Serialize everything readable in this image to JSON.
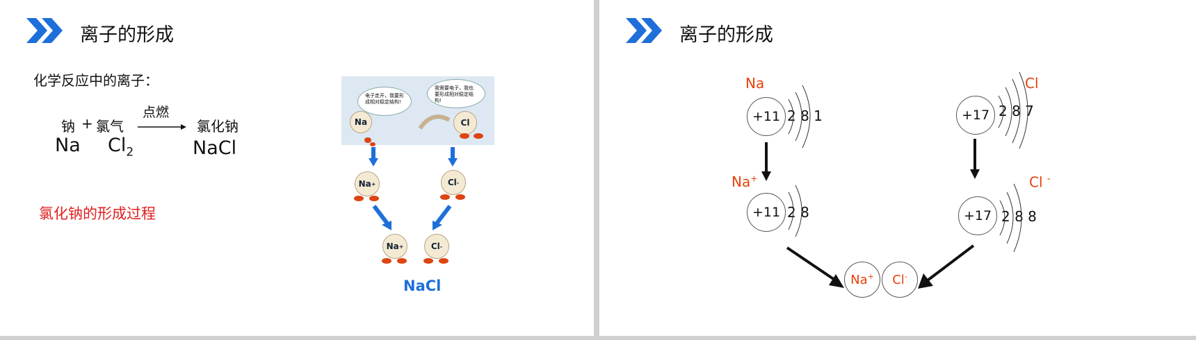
{
  "left_slide": {
    "title": "离子的形成",
    "subtitle": "化学反应中的离子：",
    "equation": {
      "reactant1_cn": "钠",
      "plus": "+",
      "reactant2_cn": "氯气",
      "condition": "点燃",
      "product_cn": "氯化钠",
      "reactant1": "Na",
      "reactant2": "Cl",
      "reactant2_sub": "2",
      "product": "NaCl"
    },
    "caption": "氯化钠的形成过程",
    "illustration": {
      "bubble_left": "电子走开，我要形成相对稳定结构!",
      "bubble_right": "我需要电子，我也要形成相对稳定结构!",
      "atom_na": "Na",
      "atom_cl": "Cl",
      "ion_na": "Na",
      "ion_cl": "Cl",
      "ion_na_sign": "+",
      "ion_cl_sign": "-",
      "product_label": "NaCl"
    }
  },
  "right_slide": {
    "title": "离子的形成",
    "na_atom": {
      "label": "Na",
      "nucleus": "+11",
      "shells": "2 8 1"
    },
    "na_ion": {
      "label": "Na",
      "charge": "+",
      "nucleus": "+11",
      "shells": "2 8"
    },
    "cl_atom": {
      "label": "Cl",
      "nucleus": "+17",
      "shells": "2 8 7"
    },
    "cl_ion": {
      "label": "Cl",
      "charge": "-",
      "nucleus": "+17",
      "shells": "2 8 8"
    },
    "product": {
      "na": "Na",
      "na_charge": "+",
      "cl": "Cl",
      "cl_charge": "-"
    }
  },
  "colors": {
    "accent_blue": "#1e6fd9",
    "red": "#e02020",
    "orange": "#e8400a"
  }
}
